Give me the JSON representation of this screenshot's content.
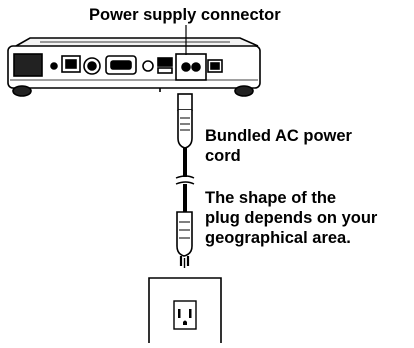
{
  "labels": {
    "power_supply_connector": "Power supply connector",
    "bundled_cord": [
      "Bundled AC power",
      "cord"
    ],
    "plug_note": [
      "The shape of the",
      "plug depends on your",
      "geographical area."
    ]
  },
  "icons": [
    "projector-icon",
    "power-connector-icon",
    "ac-cord-icon",
    "plug-icon",
    "wall-outlet-icon"
  ],
  "colors": {
    "ink": "#000000",
    "background": "#ffffff"
  }
}
